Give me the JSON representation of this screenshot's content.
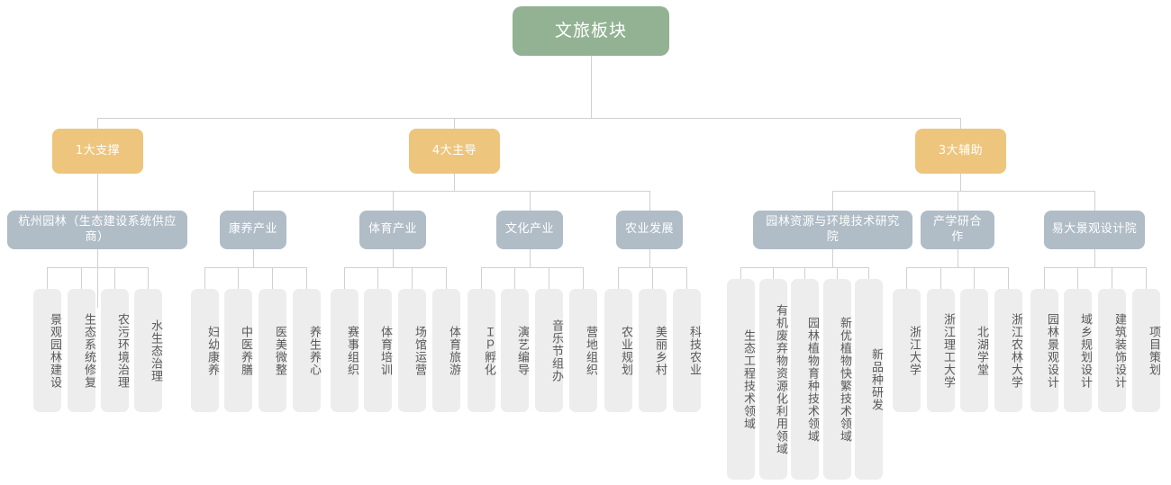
{
  "diagram": {
    "type": "organization-tree",
    "colors": {
      "root": "#93b294",
      "level2": "#eec57d",
      "level3": "#b0bcc6",
      "leaf_bg": "#ededed",
      "leaf_text": "#5a5a5a",
      "connector": "#d0d0d0",
      "background": "#ffffff"
    },
    "root": {
      "label": "文旅板块"
    },
    "level2": [
      {
        "id": "support",
        "label": "1大支撑"
      },
      {
        "id": "leading",
        "label": "4大主导"
      },
      {
        "id": "auxiliary",
        "label": "3大辅助"
      }
    ],
    "level3": [
      {
        "id": "hzyl",
        "parent": "support",
        "label": "杭州园林（生态建设系统供应商）"
      },
      {
        "id": "kygy",
        "parent": "leading",
        "label": "康养产业"
      },
      {
        "id": "tygy",
        "parent": "leading",
        "label": "体育产业"
      },
      {
        "id": "whgy",
        "parent": "leading",
        "label": "文化产业"
      },
      {
        "id": "nyfz",
        "parent": "leading",
        "label": "农业发展"
      },
      {
        "id": "ylyjy",
        "parent": "auxiliary",
        "label": "园林资源与环境技术研究院"
      },
      {
        "id": "cxyhz",
        "parent": "auxiliary",
        "label": "产学研合作"
      },
      {
        "id": "ydsjy",
        "parent": "auxiliary",
        "label": "易大景观设计院"
      }
    ],
    "leaves": [
      {
        "parent": "hzyl",
        "label": "景观园林建设"
      },
      {
        "parent": "hzyl",
        "label": "生态系统修复"
      },
      {
        "parent": "hzyl",
        "label": "农污环境治理"
      },
      {
        "parent": "hzyl",
        "label": "水生态治理"
      },
      {
        "parent": "kygy",
        "label": "妇幼康养"
      },
      {
        "parent": "kygy",
        "label": "中医养膳"
      },
      {
        "parent": "kygy",
        "label": "医美微整"
      },
      {
        "parent": "kygy",
        "label": "养生养心"
      },
      {
        "parent": "tygy",
        "label": "赛事组织"
      },
      {
        "parent": "tygy",
        "label": "体育培训"
      },
      {
        "parent": "tygy",
        "label": "场馆运营"
      },
      {
        "parent": "tygy",
        "label": "体育旅游"
      },
      {
        "parent": "whgy",
        "label": "Ｉｐ孵化"
      },
      {
        "parent": "whgy",
        "label": "演艺编导"
      },
      {
        "parent": "whgy",
        "label": "音乐节组办"
      },
      {
        "parent": "whgy",
        "label": "营地组织"
      },
      {
        "parent": "nyfz",
        "label": "农业规划"
      },
      {
        "parent": "nyfz",
        "label": "美丽乡村"
      },
      {
        "parent": "nyfz",
        "label": "科技农业"
      },
      {
        "parent": "ylyjy",
        "label": "生态工程技术领域"
      },
      {
        "parent": "ylyjy",
        "label": "有机废弃物资源化利用领域"
      },
      {
        "parent": "ylyjy",
        "label": "园林植物育种技术领域"
      },
      {
        "parent": "ylyjy",
        "label": "新优植物快繁技术领域"
      },
      {
        "parent": "ylyjy",
        "label": "新品种研发"
      },
      {
        "parent": "cxyhz",
        "label": "浙江大学"
      },
      {
        "parent": "cxyhz",
        "label": "浙江理工大学"
      },
      {
        "parent": "cxyhz",
        "label": "北湖学堂"
      },
      {
        "parent": "cxyhz",
        "label": "浙江农林大学"
      },
      {
        "parent": "ydsjy",
        "label": "园林景观设计"
      },
      {
        "parent": "ydsjy",
        "label": "域乡规划设计"
      },
      {
        "parent": "ydsjy",
        "label": "建筑装饰设计"
      },
      {
        "parent": "ydsjy",
        "label": "项目策划"
      }
    ]
  }
}
